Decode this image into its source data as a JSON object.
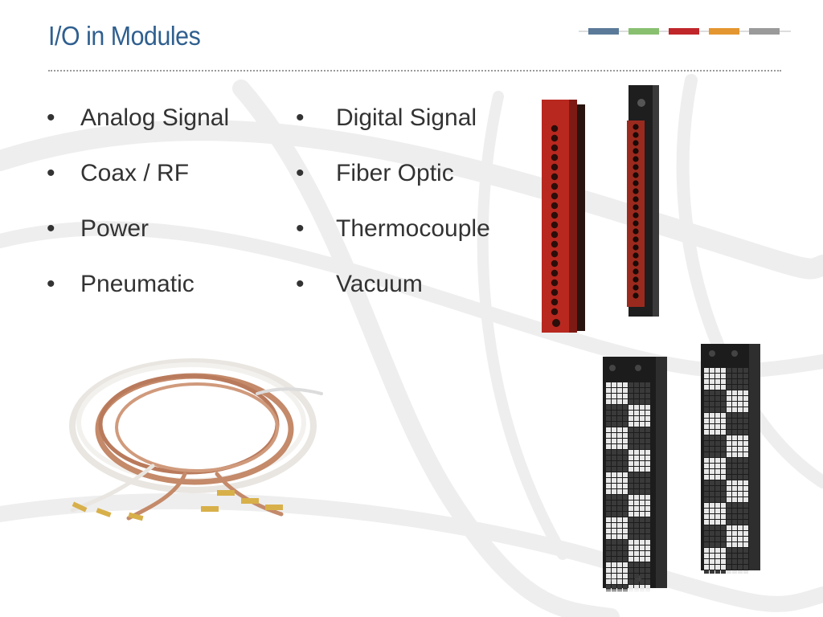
{
  "slide": {
    "title": "I/O in Modules"
  },
  "header_color_bar": {
    "segments": [
      "#5b7a99",
      "#88c070",
      "#c0262a",
      "#e49630",
      "#9a9a9a"
    ]
  },
  "bullets_left": [
    {
      "label": "Analog Signal"
    },
    {
      "label": "Coax / RF"
    },
    {
      "label": "Power"
    },
    {
      "label": "Pneumatic"
    }
  ],
  "bullets_right": [
    {
      "label": "Digital Signal"
    },
    {
      "label": "Fiber Optic"
    },
    {
      "label": "Thermocouple"
    },
    {
      "label": "Vacuum"
    }
  ],
  "bullet_glyph": "•",
  "colors": {
    "title": "#2f5f8f",
    "text": "#333333",
    "red_module": "#b8281f",
    "black_module": "#1e1e1e",
    "cable_copper": "#c48a6a"
  }
}
